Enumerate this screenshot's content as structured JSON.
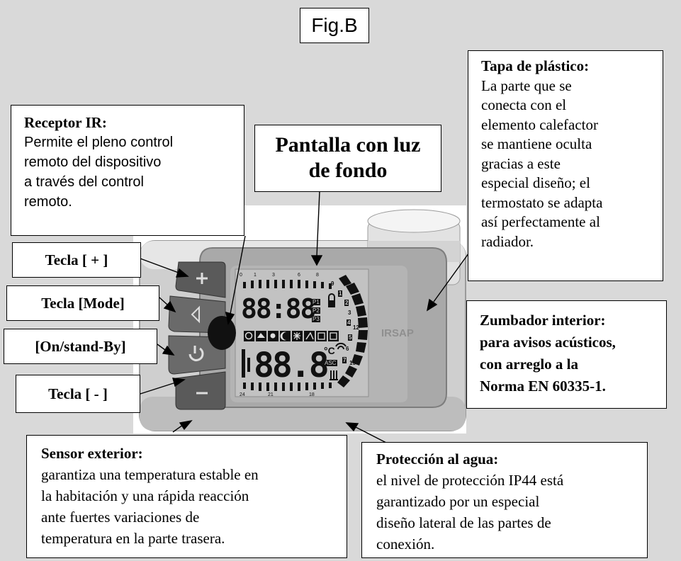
{
  "figure_label": "Fig.B",
  "brand": "IRSAP",
  "callouts": {
    "ir_receiver": {
      "title": "Receptor IR:",
      "lines": [
        "Permite el pleno control",
        "remoto del dispositivo",
        "a través del control",
        "remoto."
      ]
    },
    "backlit_display": {
      "lines": [
        "Pantalla con luz",
        "de fondo"
      ]
    },
    "plastic_cap": {
      "title": "Tapa de plástico:",
      "lines": [
        "La parte que se",
        "conecta con el",
        "elemento calefactor",
        "se mantiene oculta",
        "gracias a este",
        "especial diseño; el",
        "termostato se adapta",
        "así perfectamente al",
        "radiador."
      ]
    },
    "key_plus": {
      "label": "Tecla [ + ]"
    },
    "key_mode": {
      "label": "Tecla [Mode]"
    },
    "key_onstandby": {
      "label": "[On/stand-By]"
    },
    "key_minus": {
      "label": "Tecla [ - ]"
    },
    "buzzer": {
      "lines": [
        "Zumbador interior:",
        "para avisos acústicos,",
        "con arreglo a la",
        "Norma EN 60335-1."
      ]
    },
    "external_sensor": {
      "title": "Sensor exterior:",
      "lines": [
        "garantiza una temperatura estable en",
        "la habitación y una rápida reacción",
        "ante fuertes variaciones de",
        "temperatura en la parte trasera."
      ]
    },
    "water_protection": {
      "title": "Protección al agua:",
      "lines": [
        "el nivel de protección IP44 está",
        "garantizado por un especial",
        "diseño lateral de las partes de",
        "conexión."
      ]
    }
  },
  "lcd": {
    "clock_digits": "88:88",
    "temp_digits": "88.8",
    "programs": [
      "P1",
      "P2",
      "P3"
    ],
    "temp_unit": "°C",
    "asc_label": "ASC",
    "top_scale": [
      "0",
      "1",
      "3",
      "6",
      "8"
    ],
    "bottom_scale": [
      "24",
      "21",
      "18"
    ],
    "right_scale": [
      "9",
      "1",
      "2",
      "3",
      "4",
      "12",
      "5",
      "6",
      "7",
      "15"
    ]
  }
}
